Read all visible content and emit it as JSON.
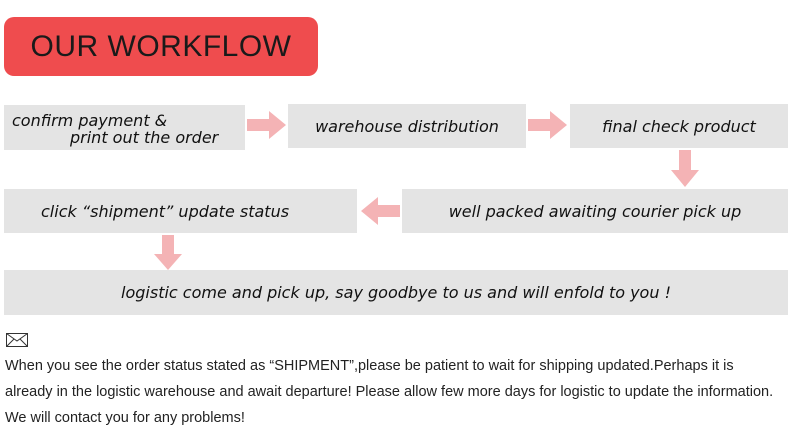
{
  "title": "OUR WORKFLOW",
  "steps": {
    "s1_line1": "confirm payment &",
    "s1_line2": "print out the order",
    "s2": "warehouse distribution",
    "s3": "final check product",
    "s4": "click “shipment” update status",
    "s5": "well packed awaiting courier pick up",
    "s6": "logistic come and pick up,   say goodbye to us and will enfold to you !"
  },
  "note": {
    "icon": "envelope-icon",
    "line1": "When you see the order status stated as “SHIPMENT”,please be patient to wait for shipping updated.Perhaps it is",
    "line2": "already in the logistic warehouse and await departure! Please allow few more days for logistic to update the information.",
    "line3": "We will contact you for any problems!"
  },
  "colors": {
    "title_bg": "#ef4c4e",
    "step_bg": "#e4e4e4",
    "arrow": "#f4b3b5"
  }
}
